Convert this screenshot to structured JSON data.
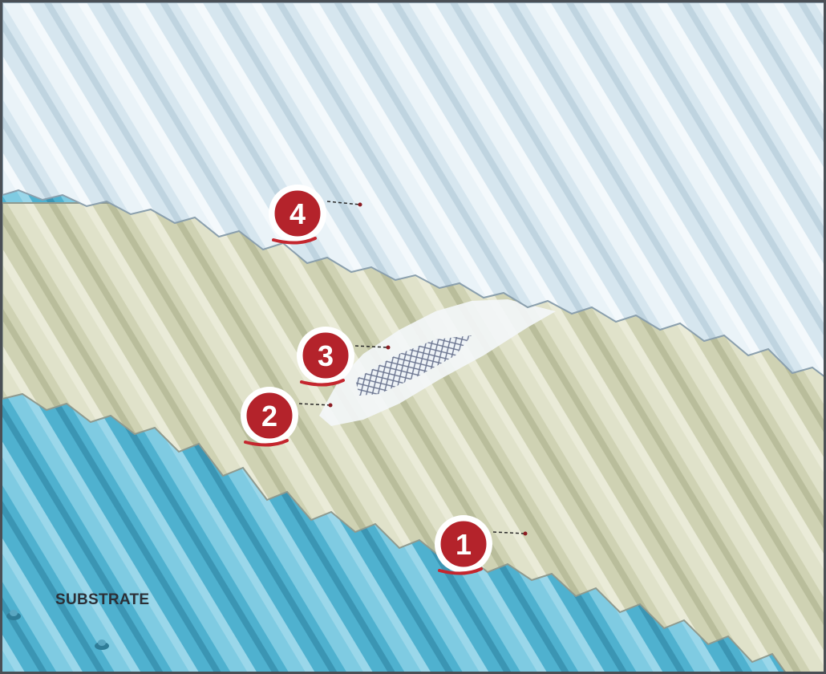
{
  "colors": {
    "top_layer": "#d6e6ef",
    "coating_layer": "#cfd2b3",
    "substrate": "#4fb1cf",
    "marker_fill": "#b4232b",
    "marker_ring": "#ffffff",
    "leader": "#2a2a2a",
    "label_text": "#2c2f36"
  },
  "labels": {
    "substrate": "SUBSTRATE"
  },
  "markers": [
    {
      "id": 1,
      "text": "1"
    },
    {
      "id": 2,
      "text": "2"
    },
    {
      "id": 3,
      "text": "3"
    },
    {
      "id": 4,
      "text": "4"
    }
  ],
  "layers": [
    {
      "name": "substrate",
      "fill_icon": "corrugated-metal-sheet"
    },
    {
      "name": "coating-layer",
      "fill_icon": "corrugated-coating"
    },
    {
      "name": "reinforcement-mesh",
      "fill_icon": "mesh-patch"
    },
    {
      "name": "top-coat",
      "fill_icon": "corrugated-top-coat"
    }
  ]
}
